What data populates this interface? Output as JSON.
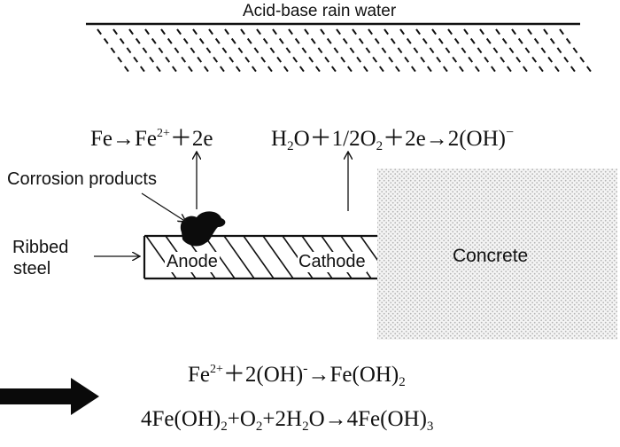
{
  "header": {
    "rain_label": "Acid-base rain water"
  },
  "equations": {
    "anode_lhs": "Fe→Fe",
    "anode_sup": "2+",
    "anode_rhs": "＋2e",
    "cathode_h2o_a": "H",
    "cathode_h2o_sub": "2",
    "cathode_h2o_b": "O＋1/2O",
    "cathode_o2_sub": "2",
    "cathode_rest": "＋2e→2(OH)",
    "cathode_sup": "−"
  },
  "labels": {
    "corrosion_products": "Corrosion products",
    "ribbed_steel_line1": "Ribbed",
    "ribbed_steel_line2": "steel",
    "anode": "Anode",
    "cathode": "Cathode",
    "concrete": "Concrete"
  },
  "reactions": {
    "r1_a": "Fe",
    "r1_sup1": "2+",
    "r1_b": "＋2(OH)",
    "r1_sup2": "-",
    "r1_c": "→Fe(OH)",
    "r1_sub": "2",
    "r2_a": "4Fe(OH)",
    "r2_sub1": "2",
    "r2_b": "+O",
    "r2_sub2": "2",
    "r2_c": "+2H",
    "r2_sub3": "2",
    "r2_d": "O→4Fe(OH)",
    "r2_sub4": "3"
  },
  "colors": {
    "ink": "#111111",
    "concrete_dot": "#b5b5b5",
    "concrete_bg": "#f4f4f4"
  }
}
